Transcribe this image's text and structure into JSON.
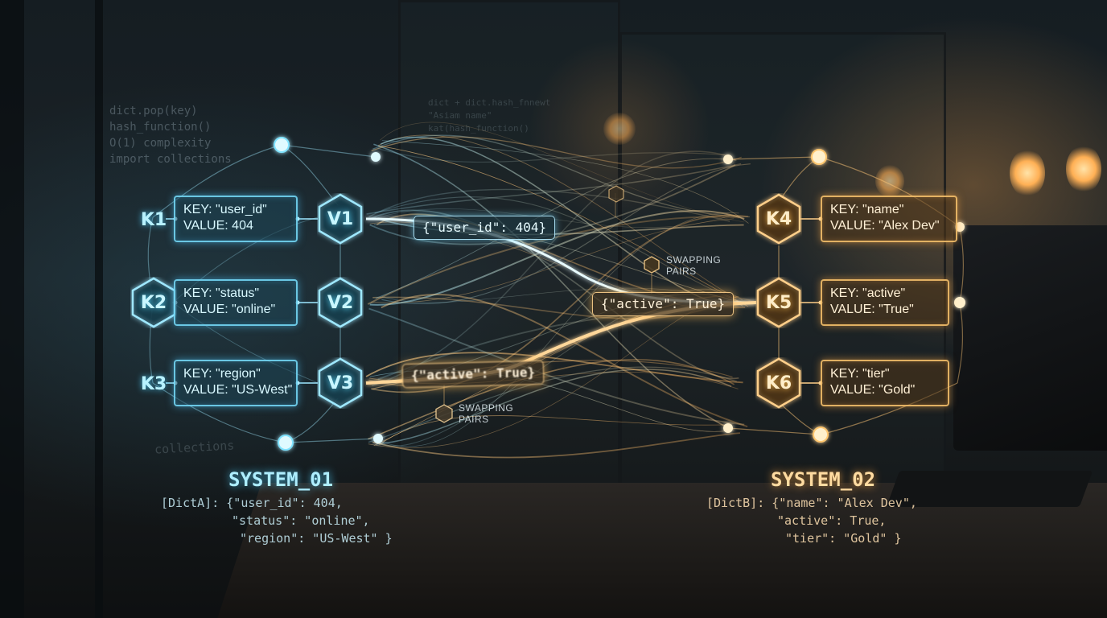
{
  "background_code": {
    "left_panel": [
      "dict.pop(key)",
      "hash_function()",
      "O(1) complexity",
      "import collections"
    ],
    "left_bottom": "collections",
    "center_panel": [
      "dict + dict.hash_fnnewt",
      "\"Asiam name\"",
      "kat(hash_function()"
    ]
  },
  "system_01": {
    "title": "SYSTEM_01",
    "accent": "#7fe3ff",
    "dict_lines": [
      "[DictA]: {\"user_id\": 404,",
      "\"status\": \"online\",",
      "\"region\": \"US-West\" }"
    ],
    "keys": [
      "K1",
      "K2",
      "K3"
    ],
    "values": [
      "V1",
      "V2",
      "V3"
    ],
    "entries": [
      {
        "key_line": "KEY: \"user_id\"",
        "value_line": "VALUE: 404"
      },
      {
        "key_line": "KEY: \"status\"",
        "value_line": "VALUE: \"online\""
      },
      {
        "key_line": "KEY: \"region\"",
        "value_line": "VALUE: \"US-West\""
      }
    ]
  },
  "system_02": {
    "title": "SYSTEM_02",
    "accent": "#ffc66e",
    "dict_lines": [
      "[DictB]: {\"name\": \"Alex Dev\",",
      "\"active\": True,",
      "\"tier\": \"Gold\" }"
    ],
    "keys": [
      "K4",
      "K5",
      "K6"
    ],
    "entries": [
      {
        "key_line": "KEY: \"name\"",
        "value_line": "VALUE: \"Alex Dev\""
      },
      {
        "key_line": "KEY: \"active\"",
        "value_line": "VALUE: \"True\""
      },
      {
        "key_line": "KEY: \"tier\"",
        "value_line": "VALUE: \"Gold\""
      }
    ]
  },
  "transfer": {
    "pill_user_id": "{\"user_id\": 404}",
    "pill_active_right": "{\"active\": True}",
    "pill_active_left": "{\"active\": True}",
    "swap_label_lines": [
      "SWAPPING",
      "PAIRS"
    ]
  }
}
